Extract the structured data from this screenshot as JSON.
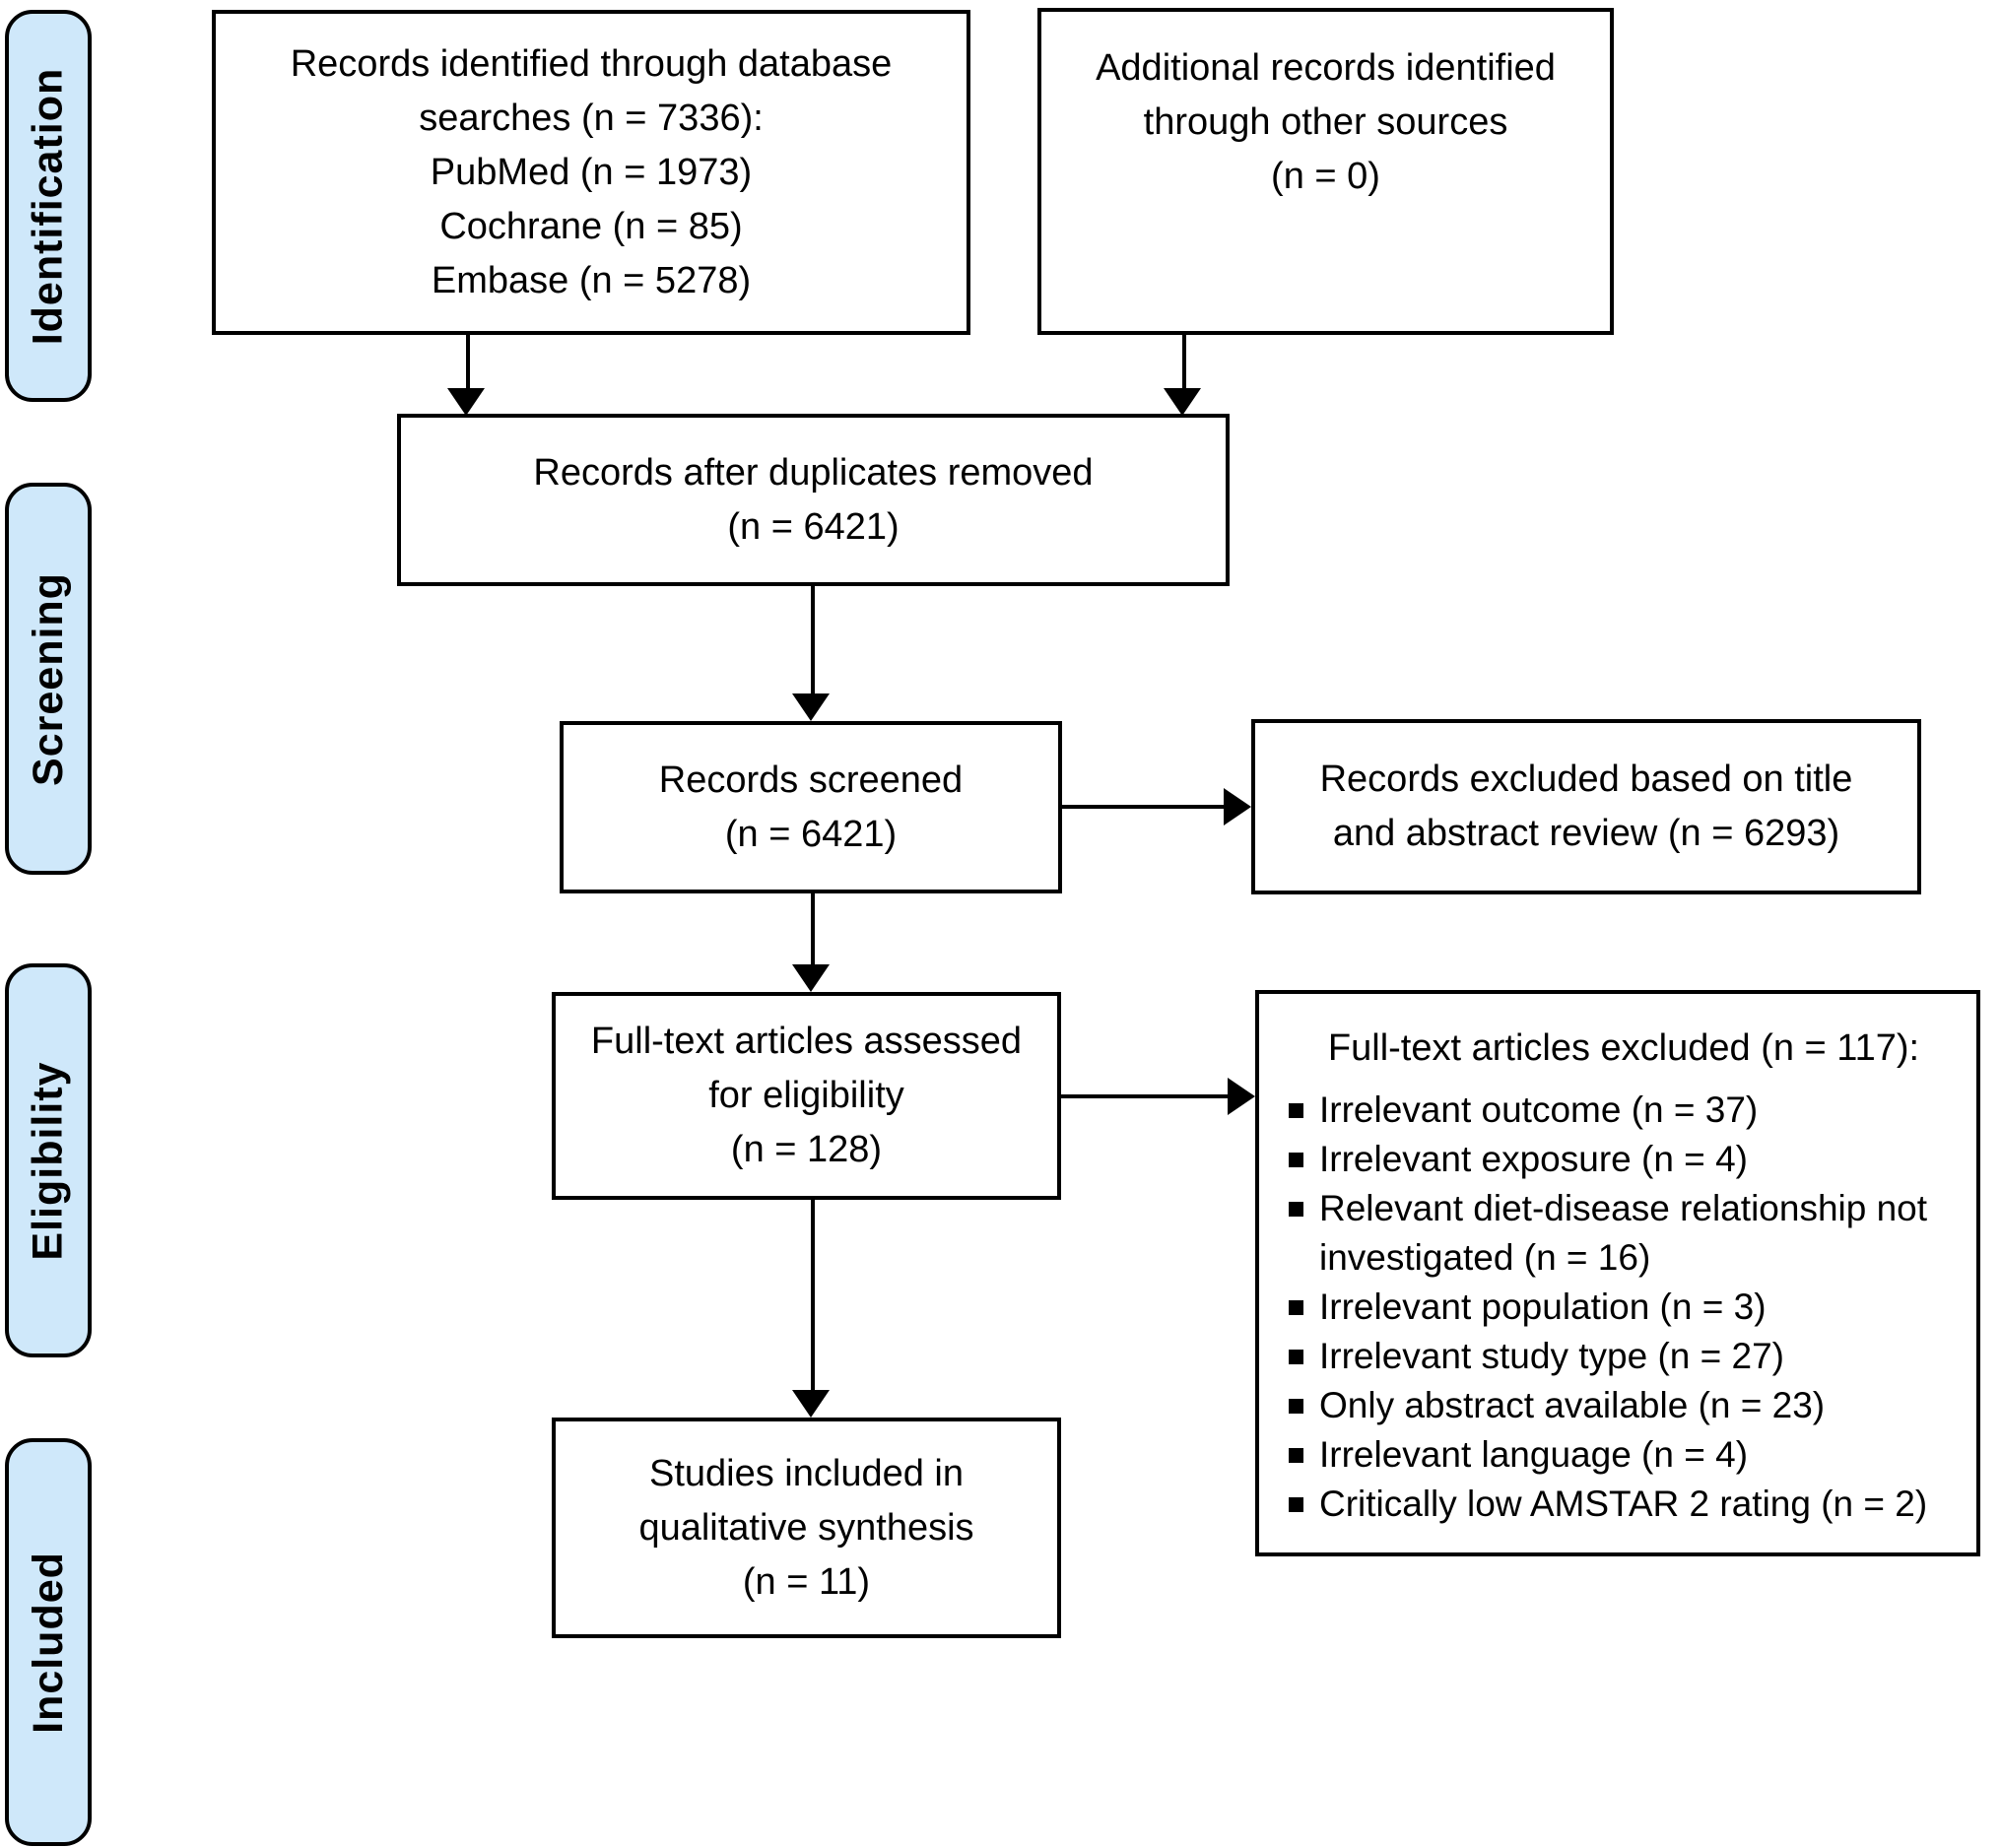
{
  "colors": {
    "stage_fill": "#cfe8fa",
    "line": "#000000",
    "background": "#ffffff"
  },
  "icons": {
    "bullet": "▪"
  },
  "sidebar": {
    "stages": [
      {
        "label": "Identification"
      },
      {
        "label": "Screening"
      },
      {
        "label": "Eligibility"
      },
      {
        "label": "Included"
      }
    ]
  },
  "boxes": {
    "identified": {
      "lines": [
        "Records identified through database",
        "searches (n = 7336):",
        "PubMed (n = 1973)",
        "Cochrane (n = 85)",
        "Embase (n = 5278)"
      ]
    },
    "additional": {
      "lines": [
        "Additional records identified",
        "through other sources",
        "(n = 0)"
      ]
    },
    "duplicates_removed": {
      "lines": [
        "Records after duplicates removed",
        "(n = 6421)"
      ]
    },
    "screened": {
      "lines": [
        "Records screened",
        "(n = 6421)"
      ]
    },
    "excluded_title_abstract": {
      "lines": [
        "Records excluded based on title",
        "and abstract review (n = 6293)"
      ]
    },
    "fulltext_assessed": {
      "lines": [
        "Full-text articles assessed",
        "for eligibility",
        "(n = 128)"
      ]
    },
    "fulltext_excluded": {
      "title": "Full-text articles excluded (n = 117):",
      "items": [
        "Irrelevant outcome (n = 37)",
        "Irrelevant exposure (n = 4)",
        "Relevant diet-disease relationship not investigated (n = 16)",
        "Irrelevant population (n = 3)",
        "Irrelevant study type (n = 27)",
        "Only abstract available (n = 23)",
        "Irrelevant language (n = 4)",
        "Critically low AMSTAR 2 rating (n = 2)"
      ]
    },
    "included_synthesis": {
      "lines": [
        "Studies included in",
        "qualitative synthesis",
        "(n = 11)"
      ]
    }
  }
}
